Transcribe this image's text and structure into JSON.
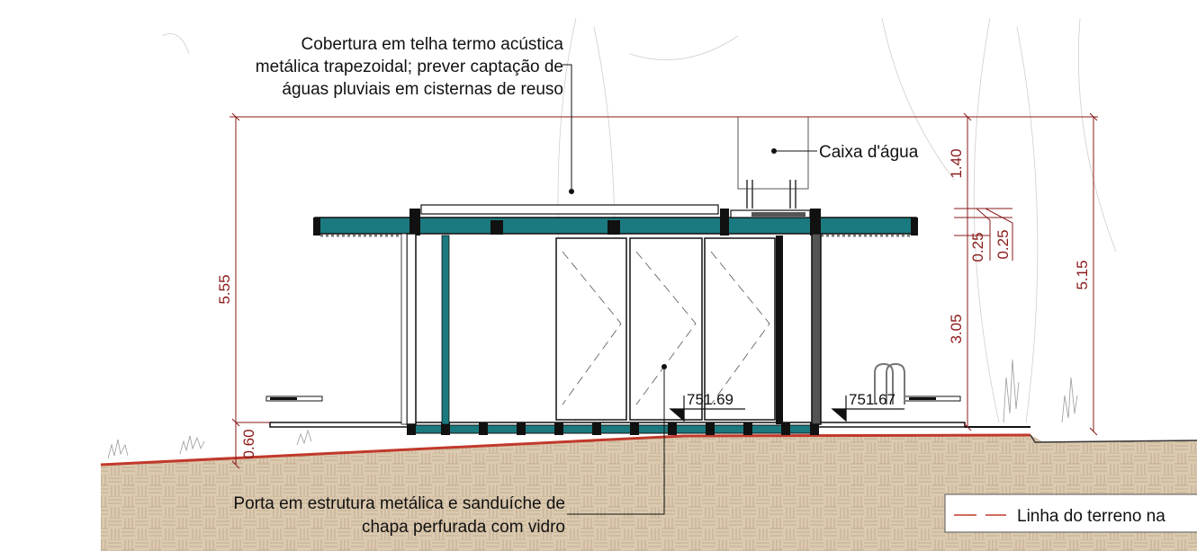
{
  "drawing": {
    "notes": {
      "roof_line1": "Cobertura em telha termo acústica",
      "roof_line2": "metálica trapezoidal; prever captação de",
      "roof_line3": "águas pluviais em cisternas de reuso",
      "water_tank": "Caixa d'água",
      "door_line1": "Porta em estrutura metálica e sanduíche de",
      "door_line2": "chapa perfurada com vidro"
    },
    "levels": {
      "level_a": "751.69",
      "level_b": "751.67"
    },
    "dimensions": {
      "left_total": "5.55",
      "left_base": "0.60",
      "right_total": "5.15",
      "tank": "1.40",
      "beam_a": "0.25",
      "beam_b": "0.25",
      "wall": "3.05"
    },
    "legend": {
      "terrain_label": "Linha do terreno na"
    },
    "colors": {
      "steel": "#1b7a7f",
      "dimension": "#8a1a1a",
      "soil": "#d9c7ad",
      "terrain_line": "#c0392b"
    }
  }
}
